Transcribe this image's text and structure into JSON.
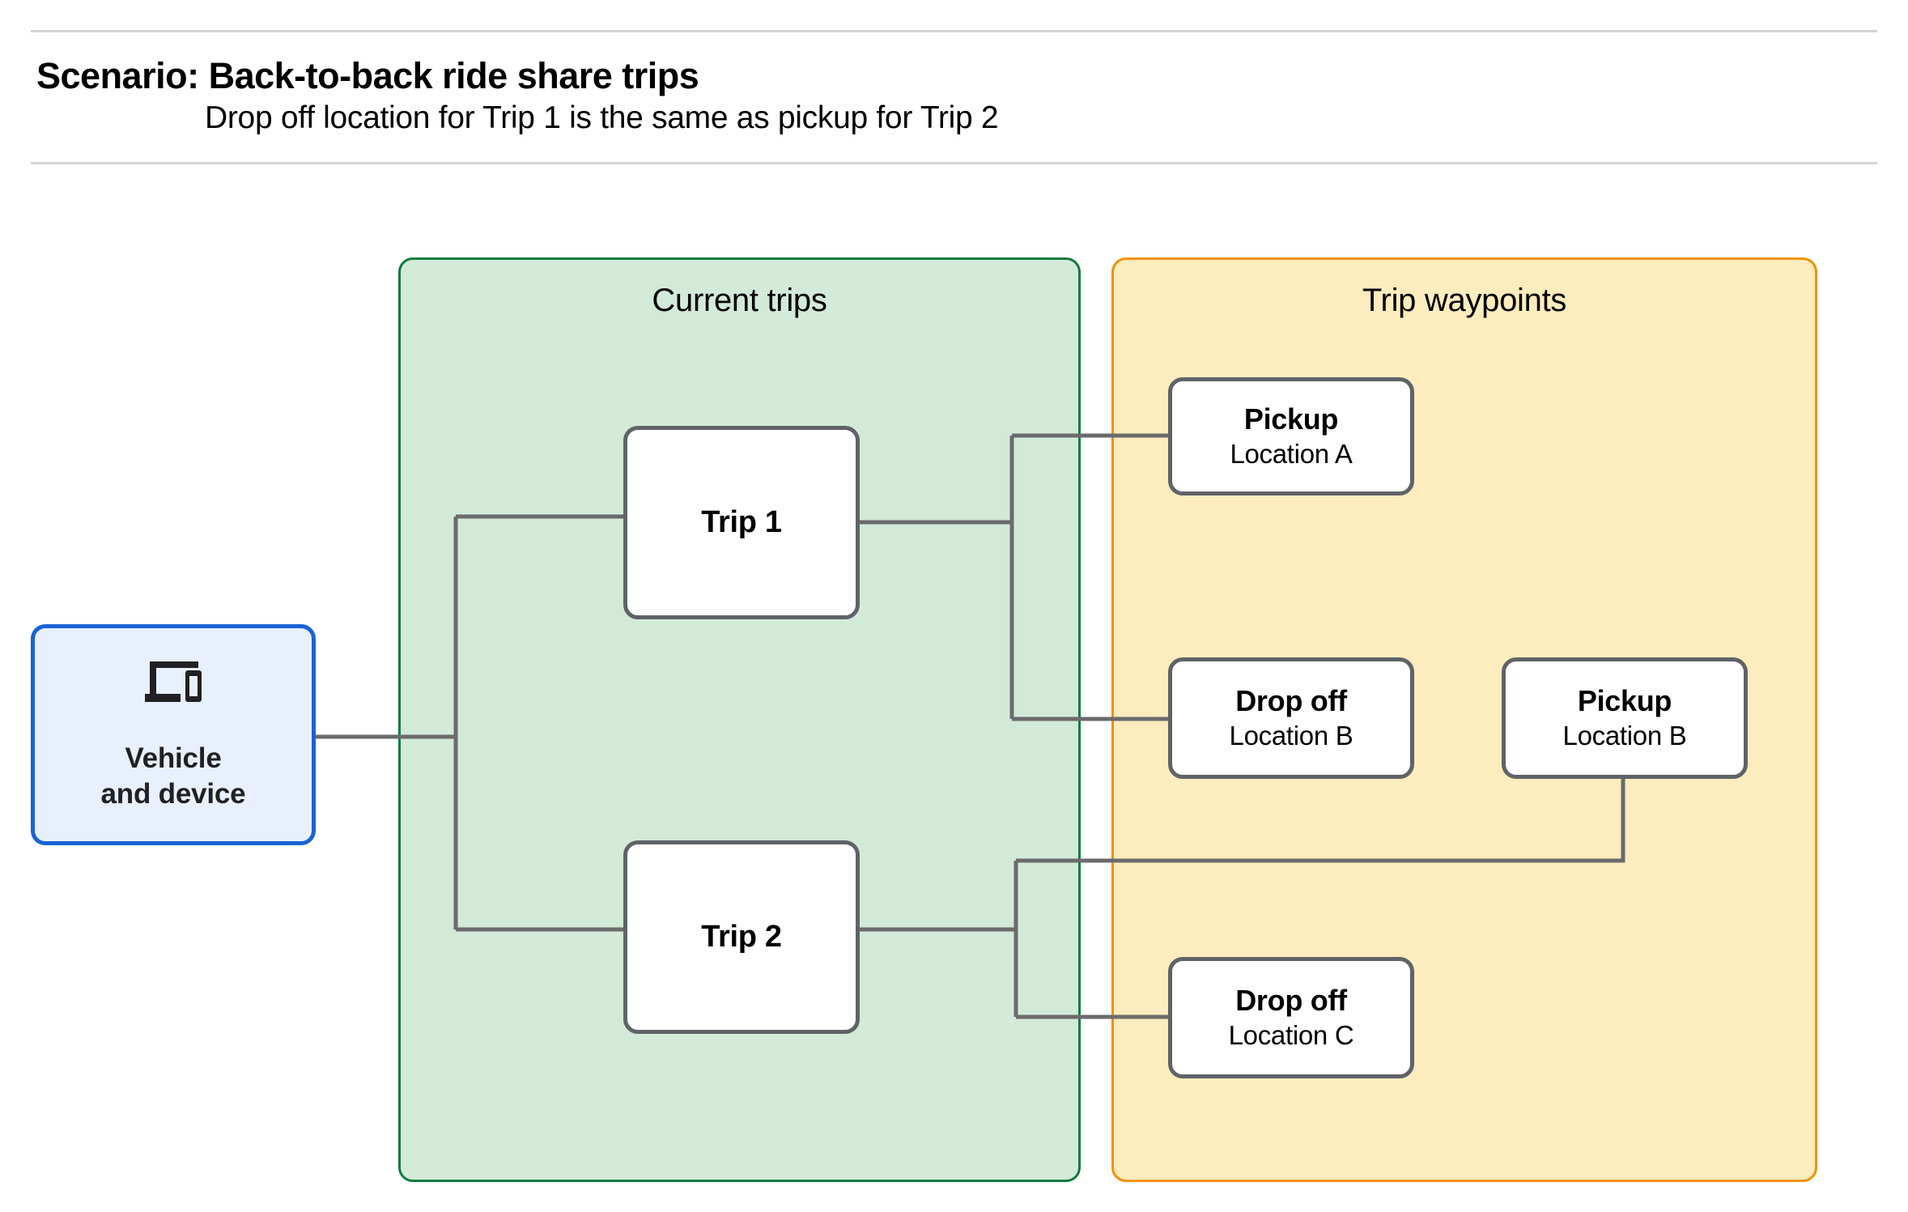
{
  "header": {
    "title": "Scenario: Back-to-back ride share trips",
    "subtitle": "Drop off  location for Trip 1 is the same as pickup for Trip 2"
  },
  "colors": {
    "current_trips_fill": "#d3ead8",
    "current_trips_border": "#0f7b3f",
    "trip_waypoints_fill": "#fcecbe",
    "trip_waypoints_border": "#f29100",
    "vehicle_fill": "#e8f0fe",
    "vehicle_border": "#1a62d6",
    "node_border": "#5f6368",
    "connector": "#6b6b6b",
    "rule": "#d4d4d4"
  },
  "vehicle": {
    "icon": "devices-icon",
    "label": "Vehicle\nand device"
  },
  "groups": {
    "current_trips": {
      "title": "Current trips",
      "trips": [
        {
          "label": "Trip 1"
        },
        {
          "label": "Trip 2"
        }
      ]
    },
    "trip_waypoints": {
      "title": "Trip waypoints",
      "waypoints": [
        {
          "title": "Pickup",
          "location": "Location A"
        },
        {
          "title": "Drop off",
          "location": "Location B"
        },
        {
          "title": "Pickup",
          "location": "Location B"
        },
        {
          "title": "Drop off",
          "location": "Location C"
        }
      ]
    }
  }
}
